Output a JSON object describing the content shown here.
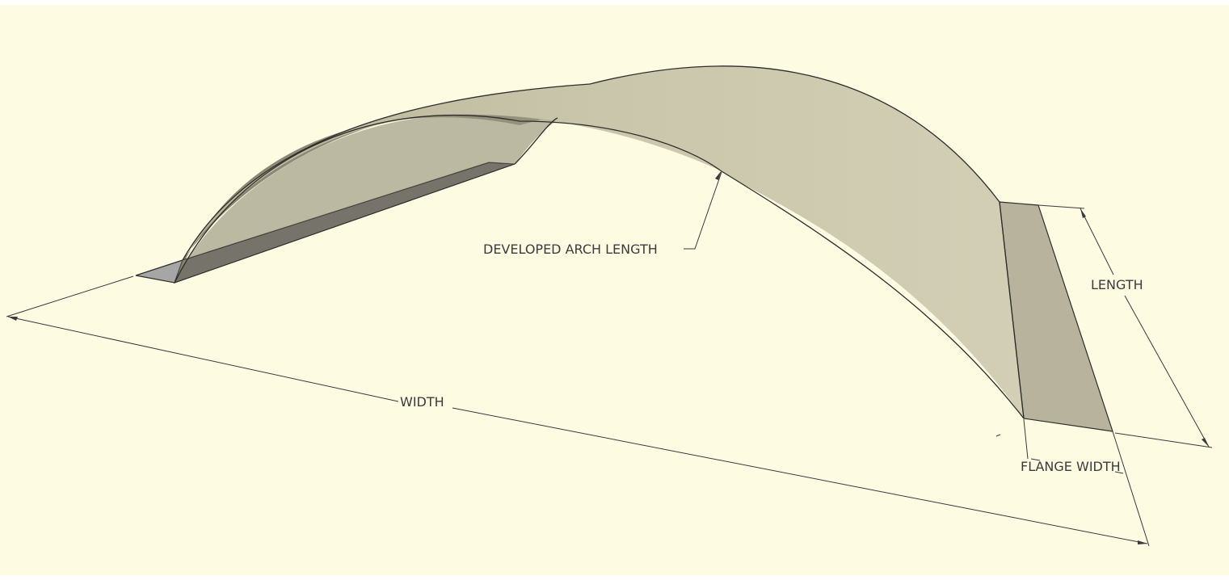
{
  "colors": {
    "background": "#fdfbe2",
    "arch_outer": "#c9c5a8",
    "arch_inner": "#8c8a76",
    "flange_right": "#b7b39c",
    "flange_left": "#a7a6a6",
    "inner_flange": "#7a786c",
    "edge": "#2e2e2a",
    "dimension": "#3a3a3a"
  },
  "labels": {
    "developed_arch_length": "DEVELOPED ARCH LENGTH",
    "length": "LENGTH",
    "width": "WIDTH",
    "flange_width": "FLANGE WIDTH"
  }
}
